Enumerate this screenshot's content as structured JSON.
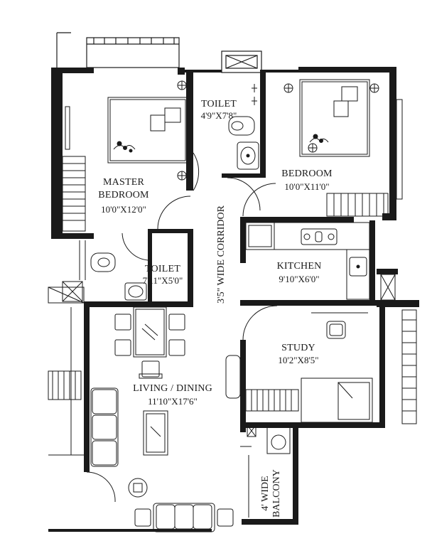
{
  "rooms": {
    "master_bedroom": {
      "name_line1": "MASTER",
      "name_line2": "BEDROOM",
      "dims": "10'0\"X12'0\""
    },
    "toilet_top": {
      "name": "TOILET",
      "dims": "4'9\"X7'8\""
    },
    "bedroom": {
      "name": "BEDROOM",
      "dims": "10'0\"X11'0\""
    },
    "toilet_bottom": {
      "name": "TOILET",
      "dims": "7'11\"X5'0\""
    },
    "kitchen": {
      "name": "KITCHEN",
      "dims": "9'10\"X6'0\""
    },
    "study": {
      "name": "STUDY",
      "dims": "10'2\"X8'5\""
    },
    "living_dining": {
      "name": "LIVING / DINING",
      "dims": "11'10\"X17'6\""
    },
    "corridor": {
      "label": "3'5\" WIDE CORRIDOR"
    },
    "balcony": {
      "label_line1": "4' WIDE",
      "label_line2": "BALCONY"
    }
  },
  "colors": {
    "wall": "#1a1a1a",
    "line": "#222222",
    "fill": "#ffffff"
  }
}
